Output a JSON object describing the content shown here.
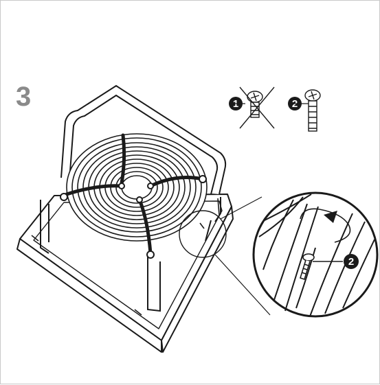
{
  "step": {
    "number": "3"
  },
  "legend": {
    "wrong_marker": "1",
    "right_marker": "2"
  },
  "detail": {
    "callout": "2"
  },
  "colors": {
    "ink": "#1a1a1a",
    "step_gray": "#8a8a8a",
    "frame": "#c8c8c8"
  }
}
